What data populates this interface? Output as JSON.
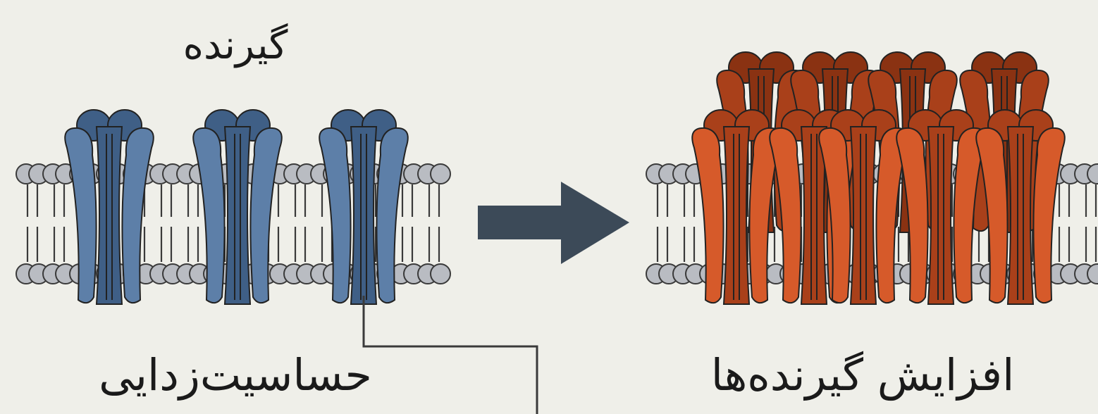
{
  "labels": {
    "receptor": "گیرنده",
    "desensitization": "حساسیت‌زدایی",
    "receptor_increase": "افزایش گیرنده‌ها"
  },
  "colors": {
    "background": "#efefe9",
    "receptor_blue": "#5d7fa8",
    "receptor_blue_dark": "#3f5f86",
    "receptor_orange": "#d65a2a",
    "receptor_orange_dark": "#a9401a",
    "lipid_head": "#b9bcc2",
    "lipid_outline": "#3a3a3a",
    "arrow": "#3c4a58"
  }
}
